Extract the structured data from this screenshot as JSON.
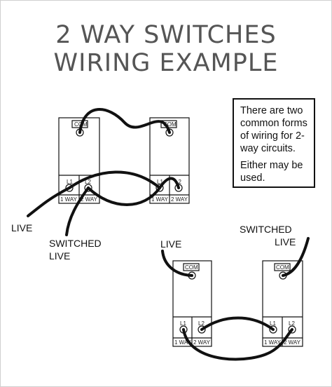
{
  "title": {
    "line1": "2 WAY SWITCHES",
    "line2": "WIRING EXAMPLE"
  },
  "note": {
    "line1": "There are two common forms of wiring for 2-way circuits.",
    "line2": "Either may be used."
  },
  "switch_text": {
    "com": "COM",
    "l1": "L1",
    "l2": "L2",
    "way1": "1 WAY",
    "way2": "2 WAY"
  },
  "labels": {
    "top_live": "LIVE",
    "top_switched_1": "SWITCHED",
    "top_switched_2": "LIVE",
    "bottom_live": "LIVE",
    "bottom_switched_1": "SWITCHED",
    "bottom_switched_2": "LIVE"
  }
}
